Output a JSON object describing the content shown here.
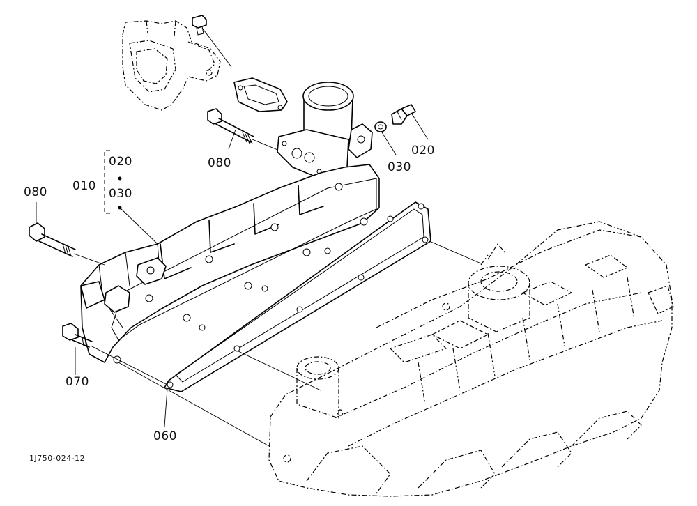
{
  "labels": {
    "assembly": "010",
    "assembly_part_a": "020",
    "assembly_part_b": "030",
    "bolt_left": "080",
    "bolt_top": "080",
    "sensor": "020",
    "washer": "030",
    "stud_bolt": "070",
    "gasket": "060"
  },
  "figure_ref": "1J750-024-12"
}
